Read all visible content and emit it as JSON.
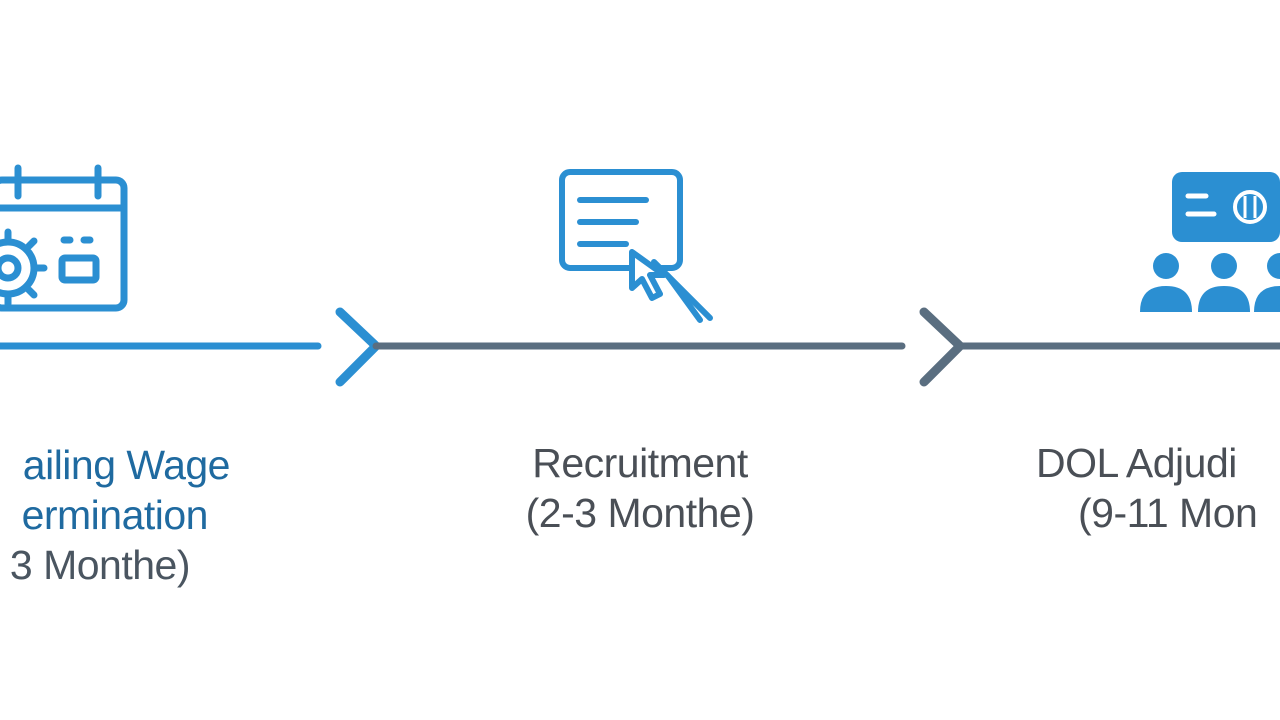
{
  "steps": [
    {
      "icon": "calendar-gear-icon",
      "title_line1": "ailing Wage",
      "title_line2": "ermination",
      "duration": "3 Monthe)"
    },
    {
      "icon": "document-cursor-icon",
      "title_line1": "Recruitment",
      "duration": "(2-3 Monthe)"
    },
    {
      "icon": "audience-screen-icon",
      "title_line1": "DOL Adjudi",
      "duration": "(9-11 Mon"
    }
  ],
  "colors": {
    "primary_blue": "#2b8fd2",
    "dark_blue": "#1f6aa0",
    "slate": "#5a6e80",
    "text_gray": "#4a4f56"
  }
}
